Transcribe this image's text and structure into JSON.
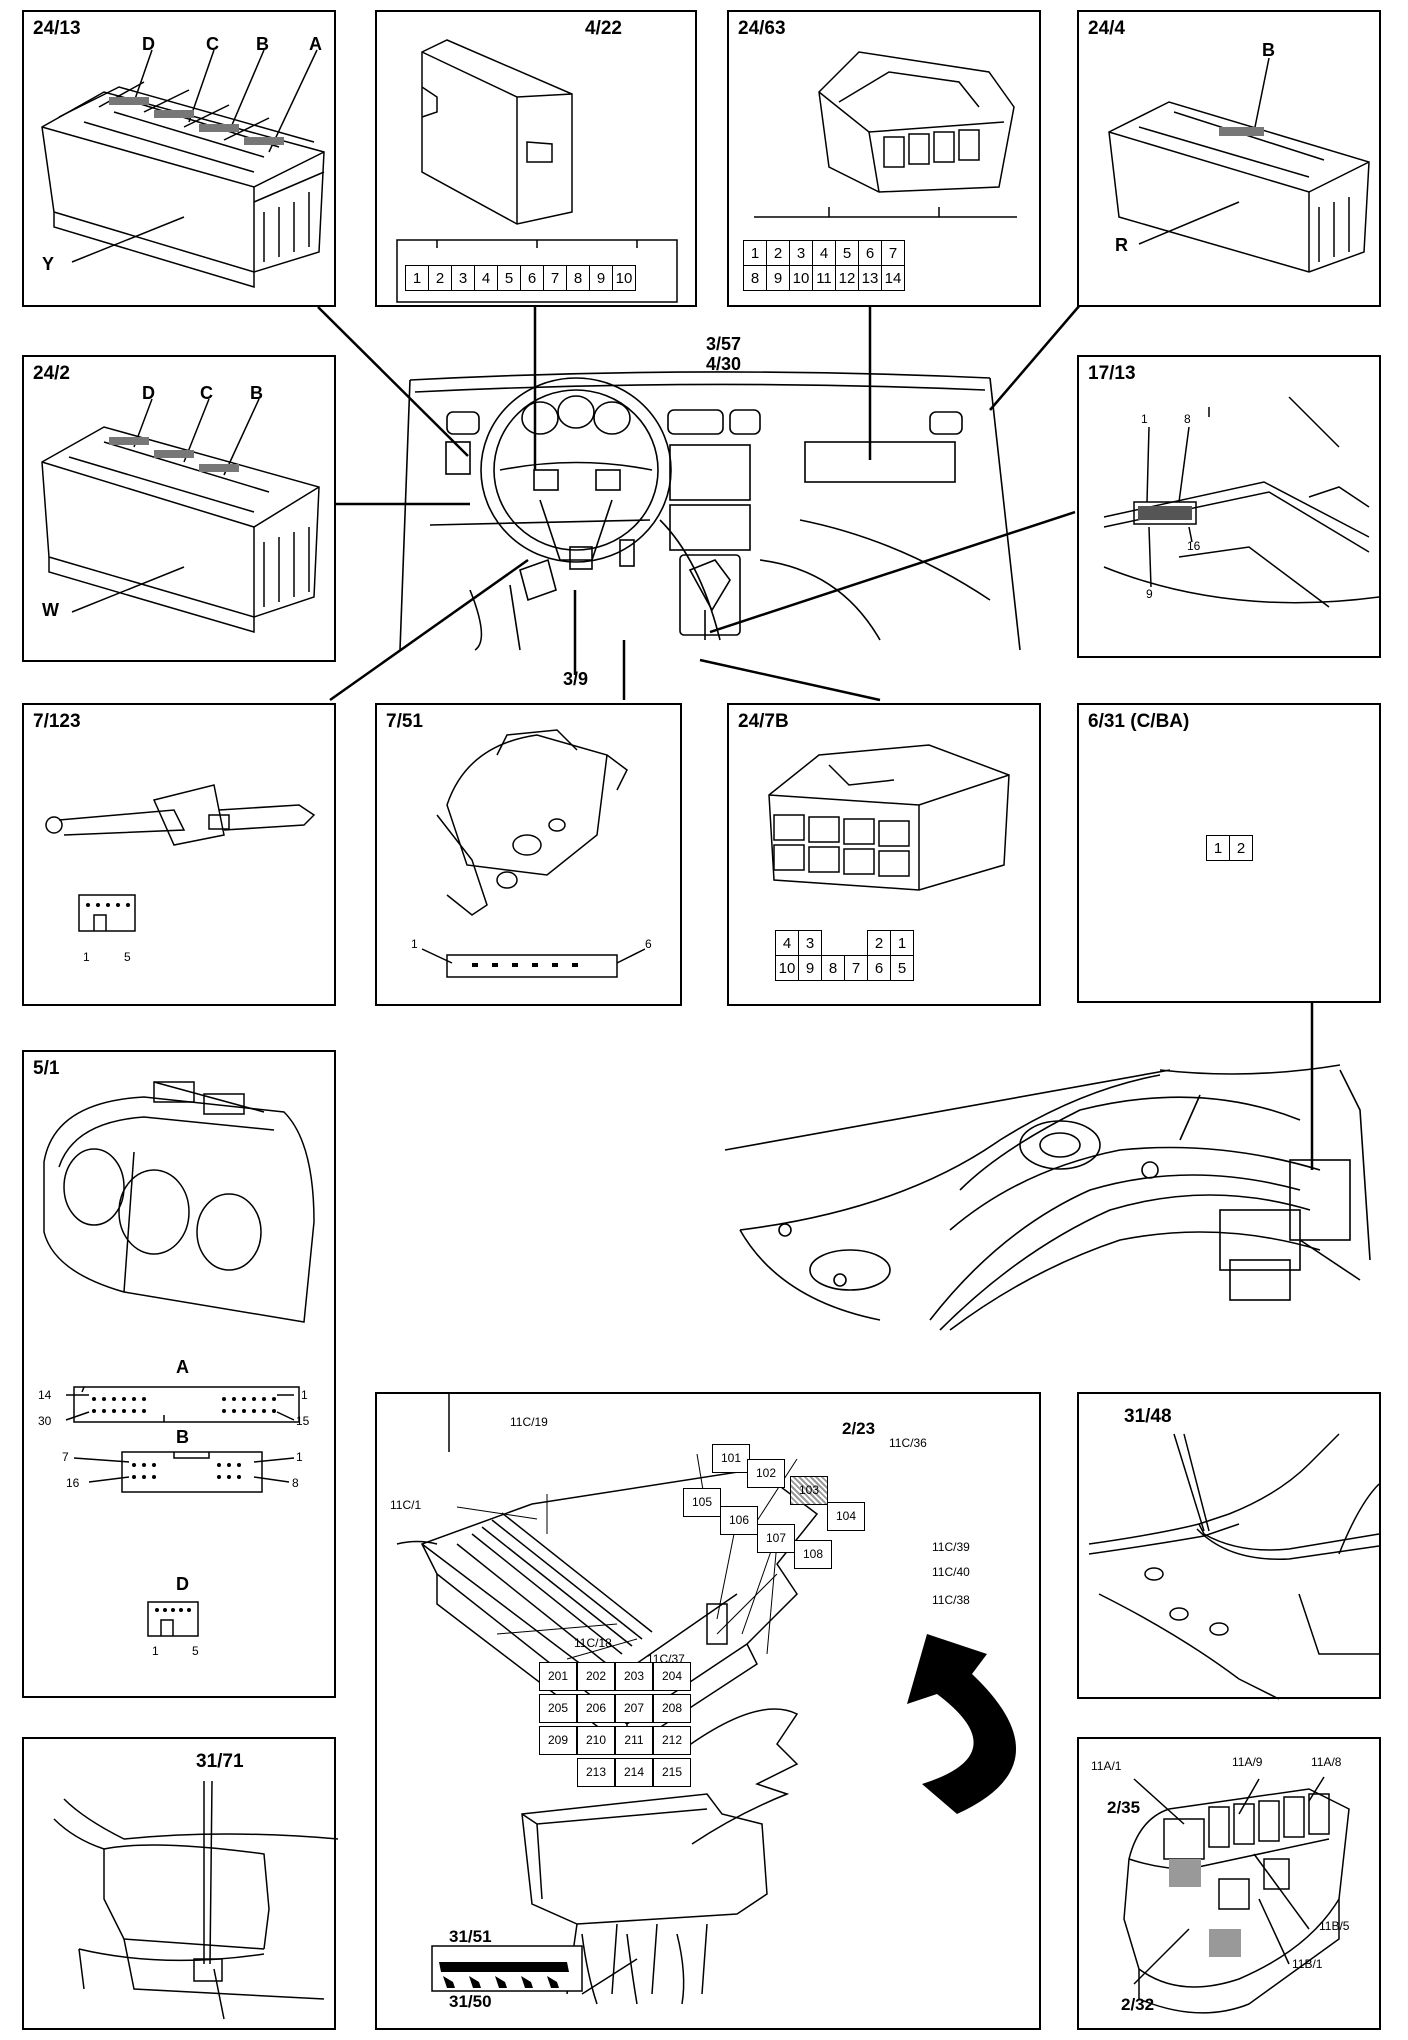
{
  "panels": {
    "p24_13": {
      "title": "24/13",
      "letters": [
        "D",
        "C",
        "B",
        "A"
      ],
      "label_y": "Y"
    },
    "p4_22": {
      "title": "4/22",
      "pins": [
        "1",
        "2",
        "3",
        "4",
        "5",
        "6",
        "7",
        "8",
        "9",
        "10"
      ]
    },
    "p24_63": {
      "title": "24/63",
      "pins_top": [
        "1",
        "2",
        "3",
        "4",
        "5",
        "6",
        "7"
      ],
      "pins_bottom": [
        "8",
        "9",
        "10",
        "11",
        "12",
        "13",
        "14"
      ]
    },
    "p24_4": {
      "title": "24/4",
      "letter_b": "B",
      "label_r": "R"
    },
    "p24_2": {
      "title": "24/2",
      "letters": [
        "D",
        "C",
        "B"
      ],
      "label_w": "W"
    },
    "p17_13": {
      "title": "17/13",
      "pin_labels": [
        "1",
        "8",
        "16",
        "9"
      ]
    },
    "p7_123": {
      "title": "7/123",
      "pins": [
        "1",
        "5"
      ]
    },
    "p7_51": {
      "title": "7/51",
      "pins": [
        "1",
        "6"
      ]
    },
    "p24_7b": {
      "title": "24/7B",
      "row_top": [
        "4",
        "3",
        "2",
        "1"
      ],
      "row_bottom": [
        "10",
        "9",
        "8",
        "7",
        "6",
        "5"
      ]
    },
    "p6_31": {
      "title": "6/31 (C/BA)",
      "pins": [
        "1",
        "2"
      ]
    },
    "p5_1": {
      "title": "5/1",
      "conn_a": {
        "label": "A",
        "pins": [
          "14",
          "1",
          "30",
          "15"
        ]
      },
      "conn_b": {
        "label": "B",
        "pins": [
          "7",
          "1",
          "16",
          "8"
        ]
      },
      "conn_d": {
        "label": "D",
        "pins": [
          "1",
          "5"
        ]
      }
    },
    "p31_48": {
      "title": "31/48"
    },
    "p31_71": {
      "title": "31/71"
    },
    "p11": {
      "callouts": [
        "11C/19",
        "2/23",
        "11C/36",
        "11C/1",
        "11C/39",
        "11C/40",
        "11C/38",
        "11C/18",
        "11C/37"
      ],
      "relays_top": [
        "101",
        "102",
        "103",
        "104",
        "105",
        "106",
        "107",
        "108"
      ],
      "relays_bottom": [
        "201",
        "202",
        "203",
        "204",
        "205",
        "206",
        "207",
        "208",
        "209",
        "210",
        "211",
        "212",
        "213",
        "214",
        "215"
      ],
      "conn_labels": [
        "31/51",
        "31/50"
      ]
    },
    "p2_35": {
      "callouts": [
        "11A/1",
        "11A/9",
        "11A/8",
        "2/35",
        "11B/5",
        "11B/1",
        "2/32"
      ]
    }
  },
  "center": {
    "labels": [
      "3/57",
      "4/30",
      "3/9"
    ]
  }
}
